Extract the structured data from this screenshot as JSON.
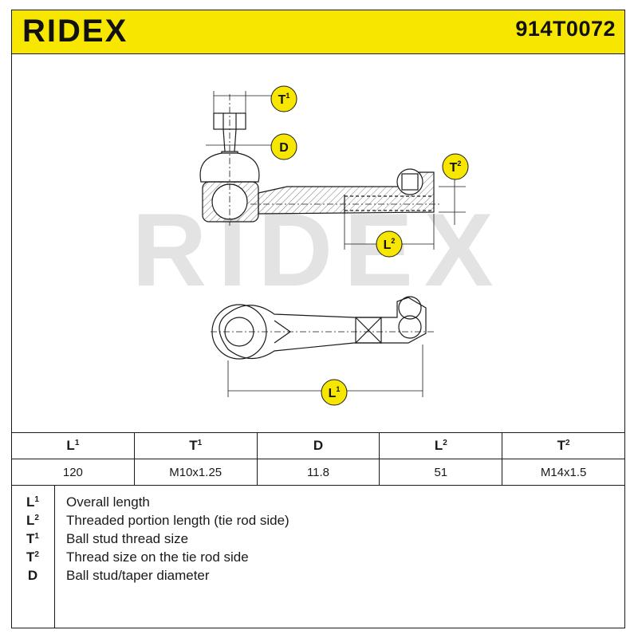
{
  "header": {
    "brand": "RIDEX",
    "part_number": "914T0072",
    "background": "#f6e600"
  },
  "drawing": {
    "watermark": "RIDEX",
    "callouts": {
      "t1": {
        "base": "T",
        "sup": "1"
      },
      "d": {
        "base": "D",
        "sup": ""
      },
      "t2": {
        "base": "T",
        "sup": "2"
      },
      "l2": {
        "base": "L",
        "sup": "2"
      },
      "l1": {
        "base": "L",
        "sup": "1"
      }
    },
    "callout_color": "#f6e600"
  },
  "specs": {
    "columns": [
      {
        "base": "L",
        "sup": "1"
      },
      {
        "base": "T",
        "sup": "1"
      },
      {
        "base": "D",
        "sup": ""
      },
      {
        "base": "L",
        "sup": "2"
      },
      {
        "base": "T",
        "sup": "2"
      }
    ],
    "values": [
      "120",
      "M10x1.25",
      "11.8",
      "51",
      "M14x1.5"
    ]
  },
  "legend": [
    {
      "base": "L",
      "sup": "1",
      "desc": "Overall length"
    },
    {
      "base": "L",
      "sup": "2",
      "desc": "Threaded portion length (tie rod side)"
    },
    {
      "base": "T",
      "sup": "1",
      "desc": "Ball stud thread size"
    },
    {
      "base": "T",
      "sup": "2",
      "desc": "Thread size on the tie rod side"
    },
    {
      "base": "D",
      "sup": "",
      "desc": "Ball stud/taper diameter"
    }
  ]
}
